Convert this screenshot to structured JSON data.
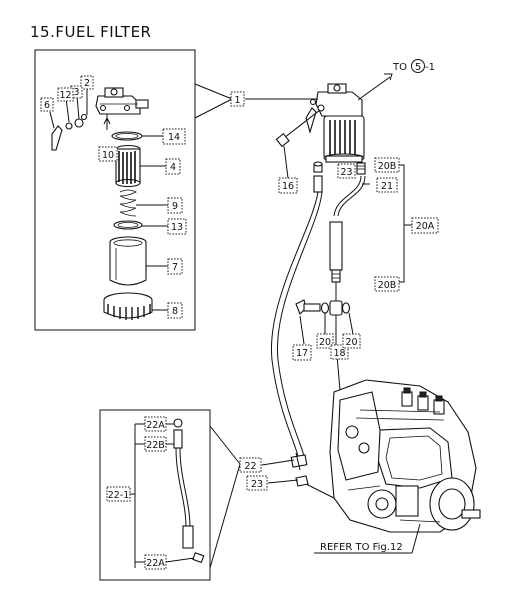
{
  "title": "15.FUEL FILTER",
  "callouts": {
    "c1": "1",
    "c2": "2",
    "c3": "3",
    "c4": "4",
    "c6": "6",
    "c7": "7",
    "c8": "8",
    "c9": "9",
    "c10": "10",
    "c12": "12",
    "c13": "13",
    "c14": "14",
    "c16": "16",
    "c17": "17",
    "c18": "18",
    "c20a_left": "20",
    "c20a_right": "20",
    "c20A": "20A",
    "c20B_top": "20B",
    "c20B_bottom": "20B",
    "c21": "21",
    "c22": "22",
    "c22_1": "22-1",
    "c22A_top": "22A",
    "c22A_bottom": "22A",
    "c22B": "22B",
    "c23_top": "23",
    "c23_bottom": "23"
  },
  "references": {
    "to_label_prefix": "TO",
    "to_label_number": "5",
    "to_label_suffix": "-1",
    "refer_to": "REFER TO Fig.12"
  }
}
